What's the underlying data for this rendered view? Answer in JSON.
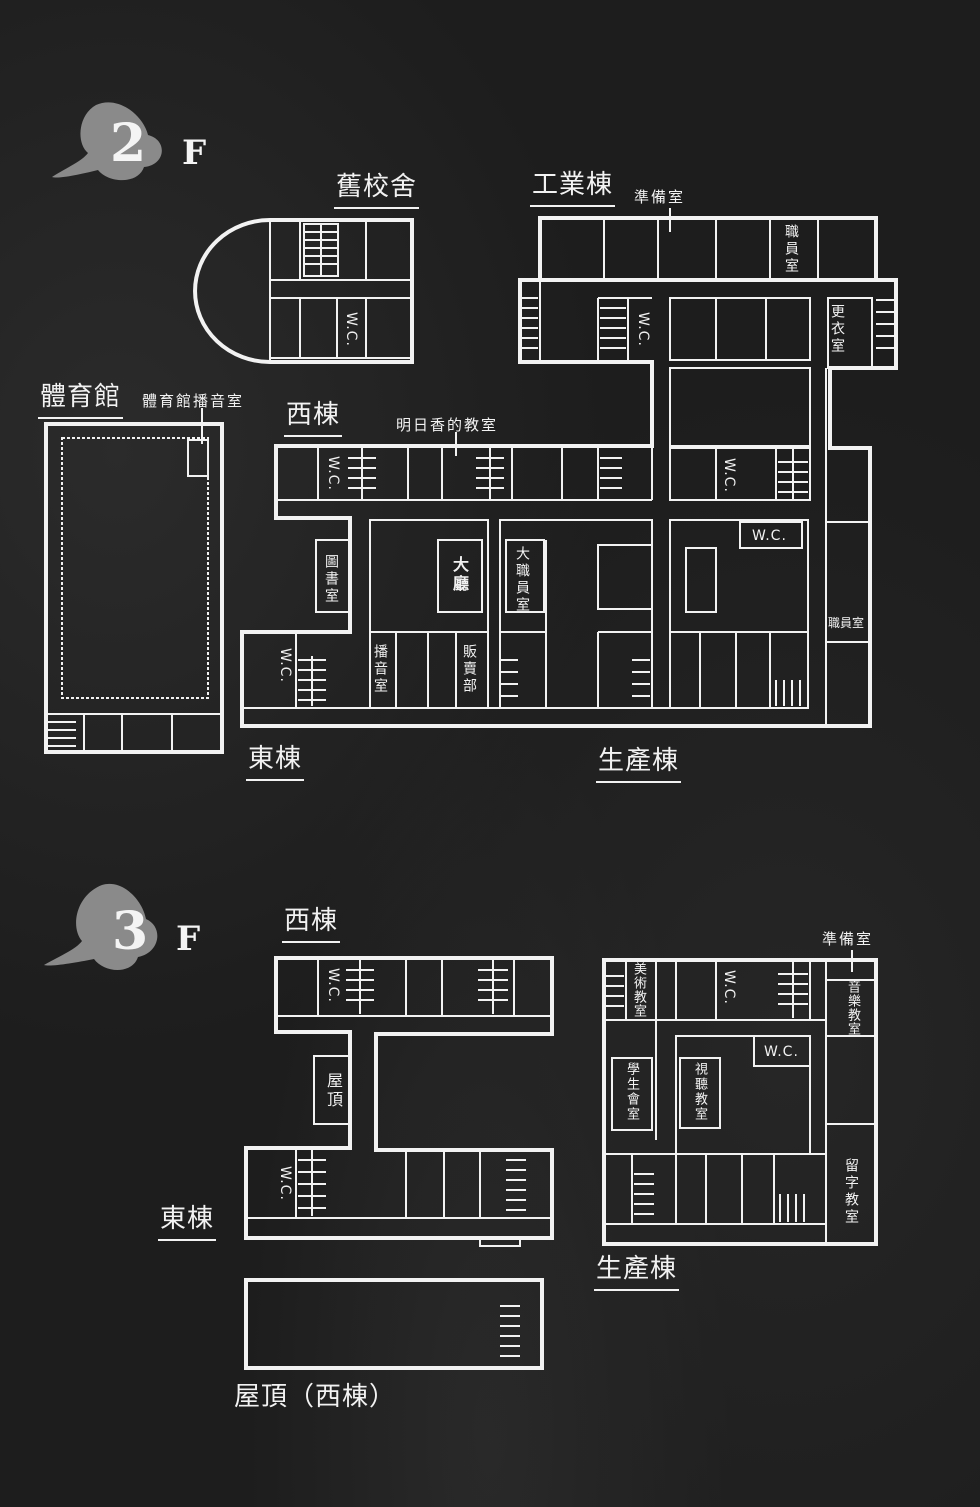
{
  "floor_2": {
    "badge_number": "2",
    "badge_letter": "F",
    "buildings": {
      "old_building": "舊校舍",
      "industrial": "工業棟",
      "gym": "體育館",
      "west": "西棟",
      "east": "東棟",
      "production": "生產棟"
    },
    "rooms": {
      "prep_room": "準備室",
      "gym_broadcast": "體育館播音室",
      "asuka_classroom": "明日香的教室",
      "staff_room_top": "職員室",
      "changing_room": "更衣室",
      "library": "圖書室",
      "hall": "大廳",
      "main_staff_room": "大職員室",
      "broadcast_room": "播音室",
      "shop": "販賣部",
      "staff_room_right": "職員室",
      "wc": "W.C."
    }
  },
  "floor_3": {
    "badge_number": "3",
    "badge_letter": "F",
    "buildings": {
      "west": "西棟",
      "east": "東棟",
      "production": "生產棟",
      "rooftop_west": "屋頂（西棟）"
    },
    "rooms": {
      "prep_room": "準備室",
      "art_room": "美術教室",
      "music_room": "音樂教室",
      "rooftop": "屋頂",
      "student_council": "學生會室",
      "av_room": "視聽教室",
      "study_abroad_room": "留字教室",
      "wc": "W.C."
    }
  },
  "colors": {
    "background": "#1d1d1d",
    "line": "#f2f2f2"
  }
}
